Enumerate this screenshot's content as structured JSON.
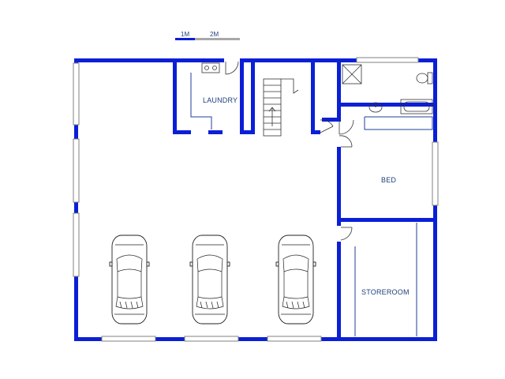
{
  "scale_bar": {
    "label_1": "1M",
    "label_2": "2M"
  },
  "rooms": {
    "laundry": "LAUNDRY",
    "bed": "BED",
    "storeroom": "STOREROOM"
  },
  "colors": {
    "wall": "#0a1fd6",
    "label": "#1f3f7a",
    "window": "#808080"
  },
  "icons": [
    "car-icon",
    "toilet-icon",
    "bathtub-icon",
    "shower-icon",
    "basin-icon",
    "sink-icon",
    "stairs-icon",
    "door-icon"
  ]
}
